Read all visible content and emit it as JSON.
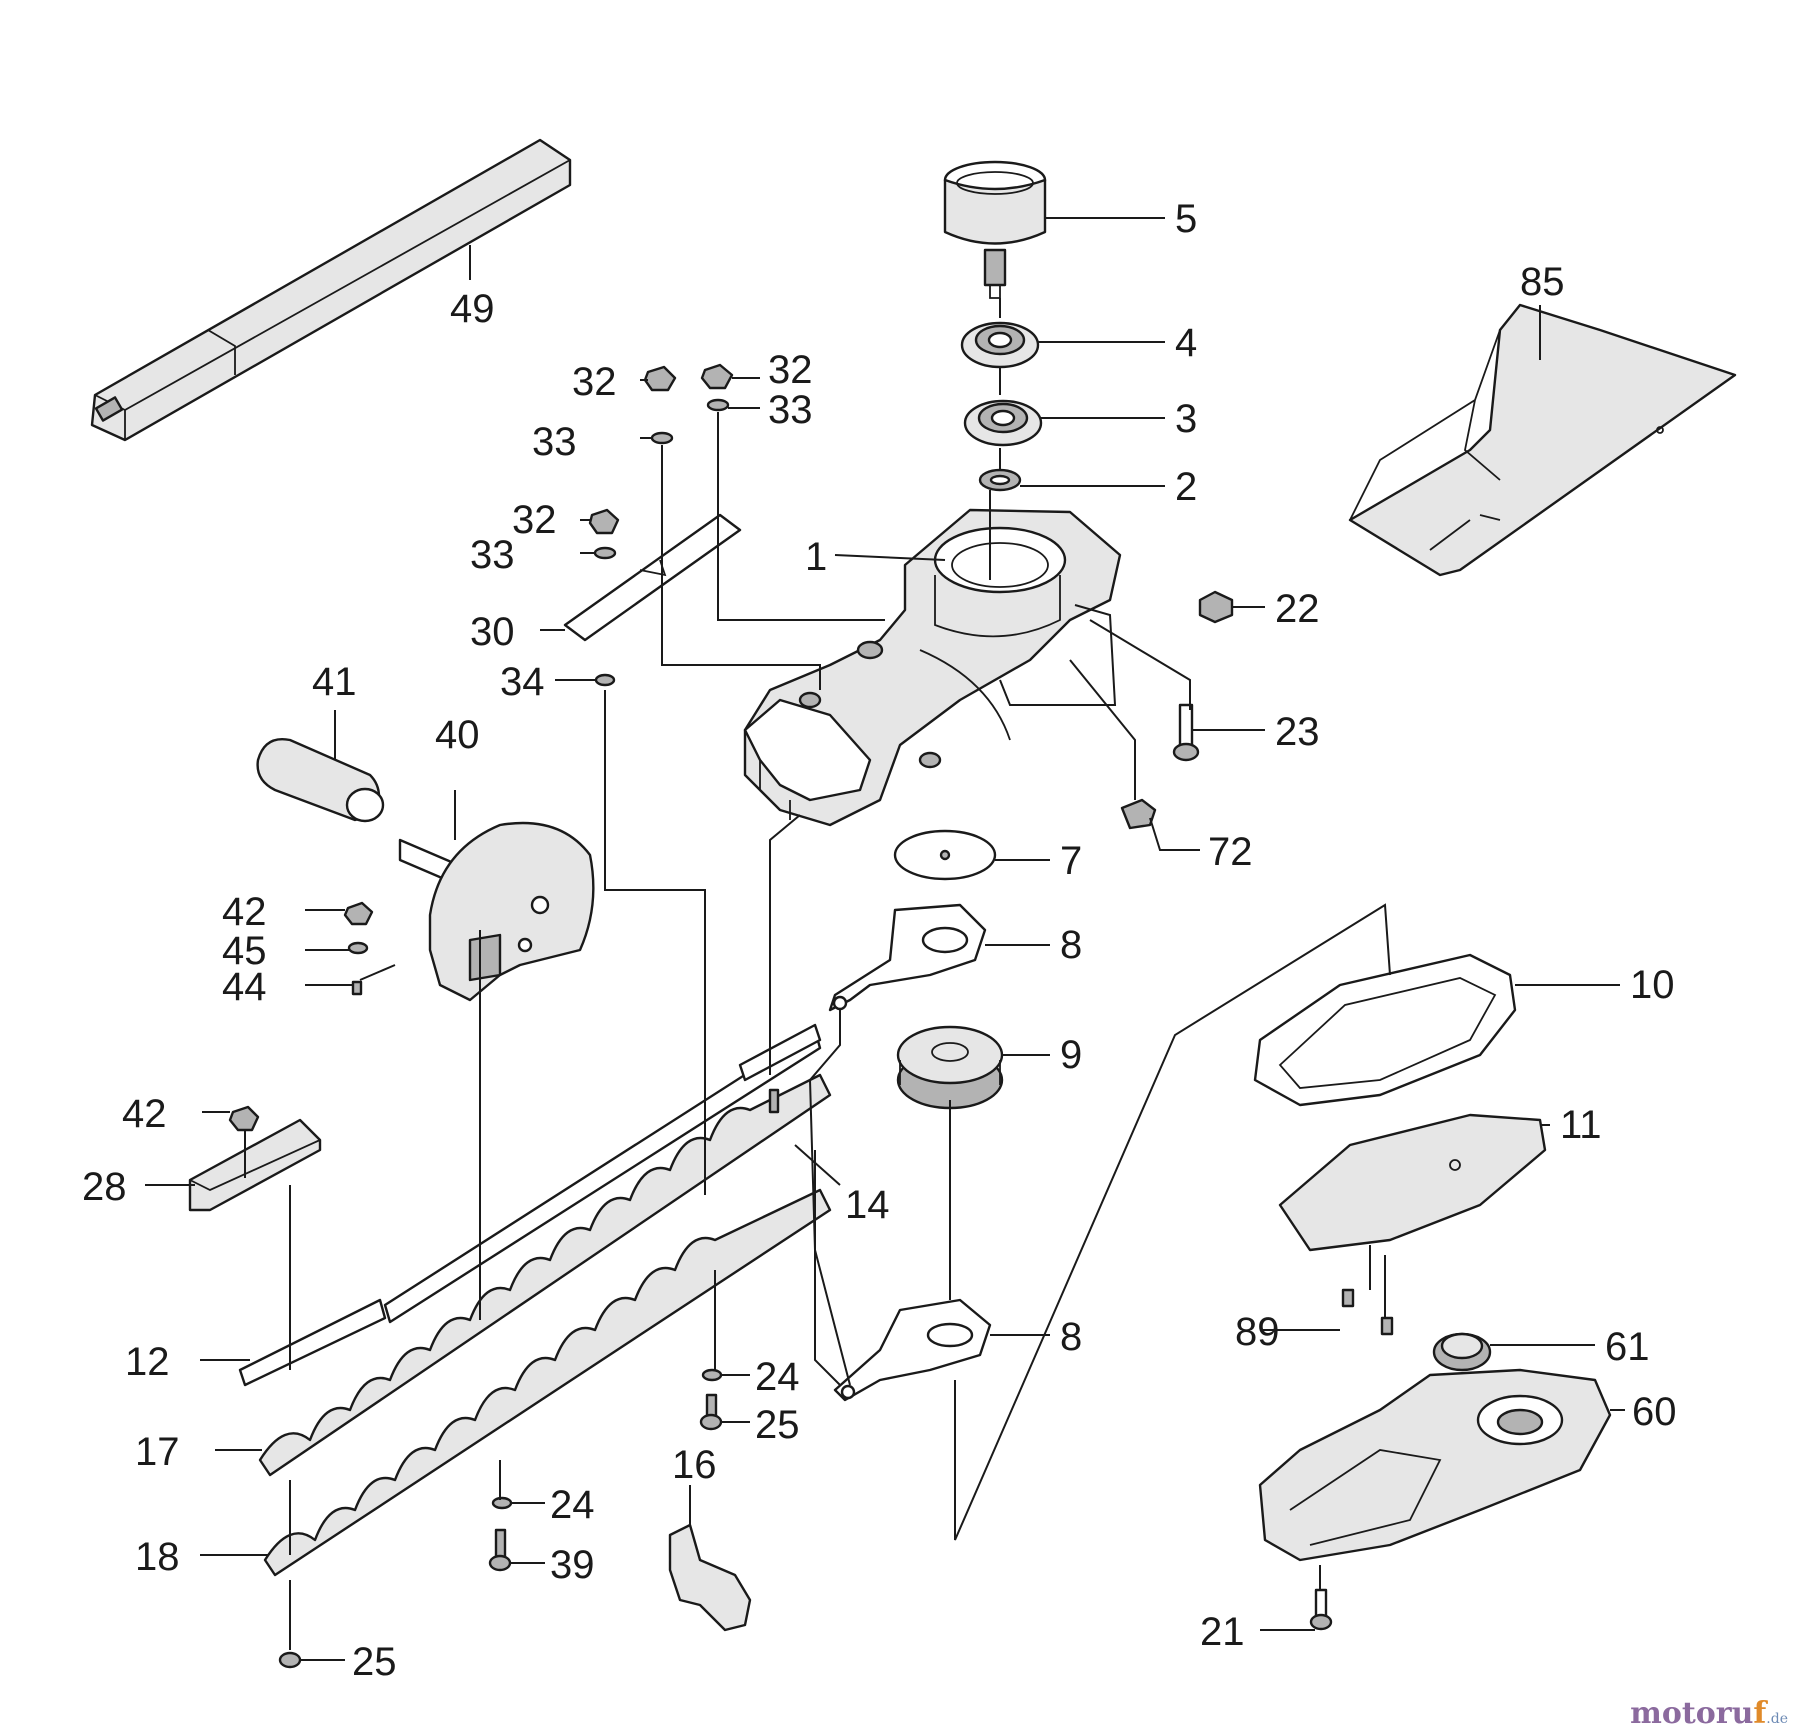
{
  "diagram": {
    "callouts": [
      "1",
      "2",
      "3",
      "4",
      "5",
      "7",
      "8",
      "8",
      "9",
      "10",
      "11",
      "12",
      "14",
      "16",
      "17",
      "18",
      "21",
      "22",
      "23",
      "24",
      "24",
      "25",
      "25",
      "28",
      "30",
      "32",
      "32",
      "32",
      "33",
      "33",
      "33",
      "34",
      "39",
      "40",
      "41",
      "42",
      "42",
      "44",
      "45",
      "49",
      "60",
      "61",
      "72",
      "85",
      "89"
    ]
  },
  "watermark": {
    "brand": "motoru",
    "accent": "f",
    "tld": ".de"
  },
  "colors": {
    "line": "#1a1a1a",
    "shade": "#b3b3b3",
    "background": "#ffffff"
  }
}
